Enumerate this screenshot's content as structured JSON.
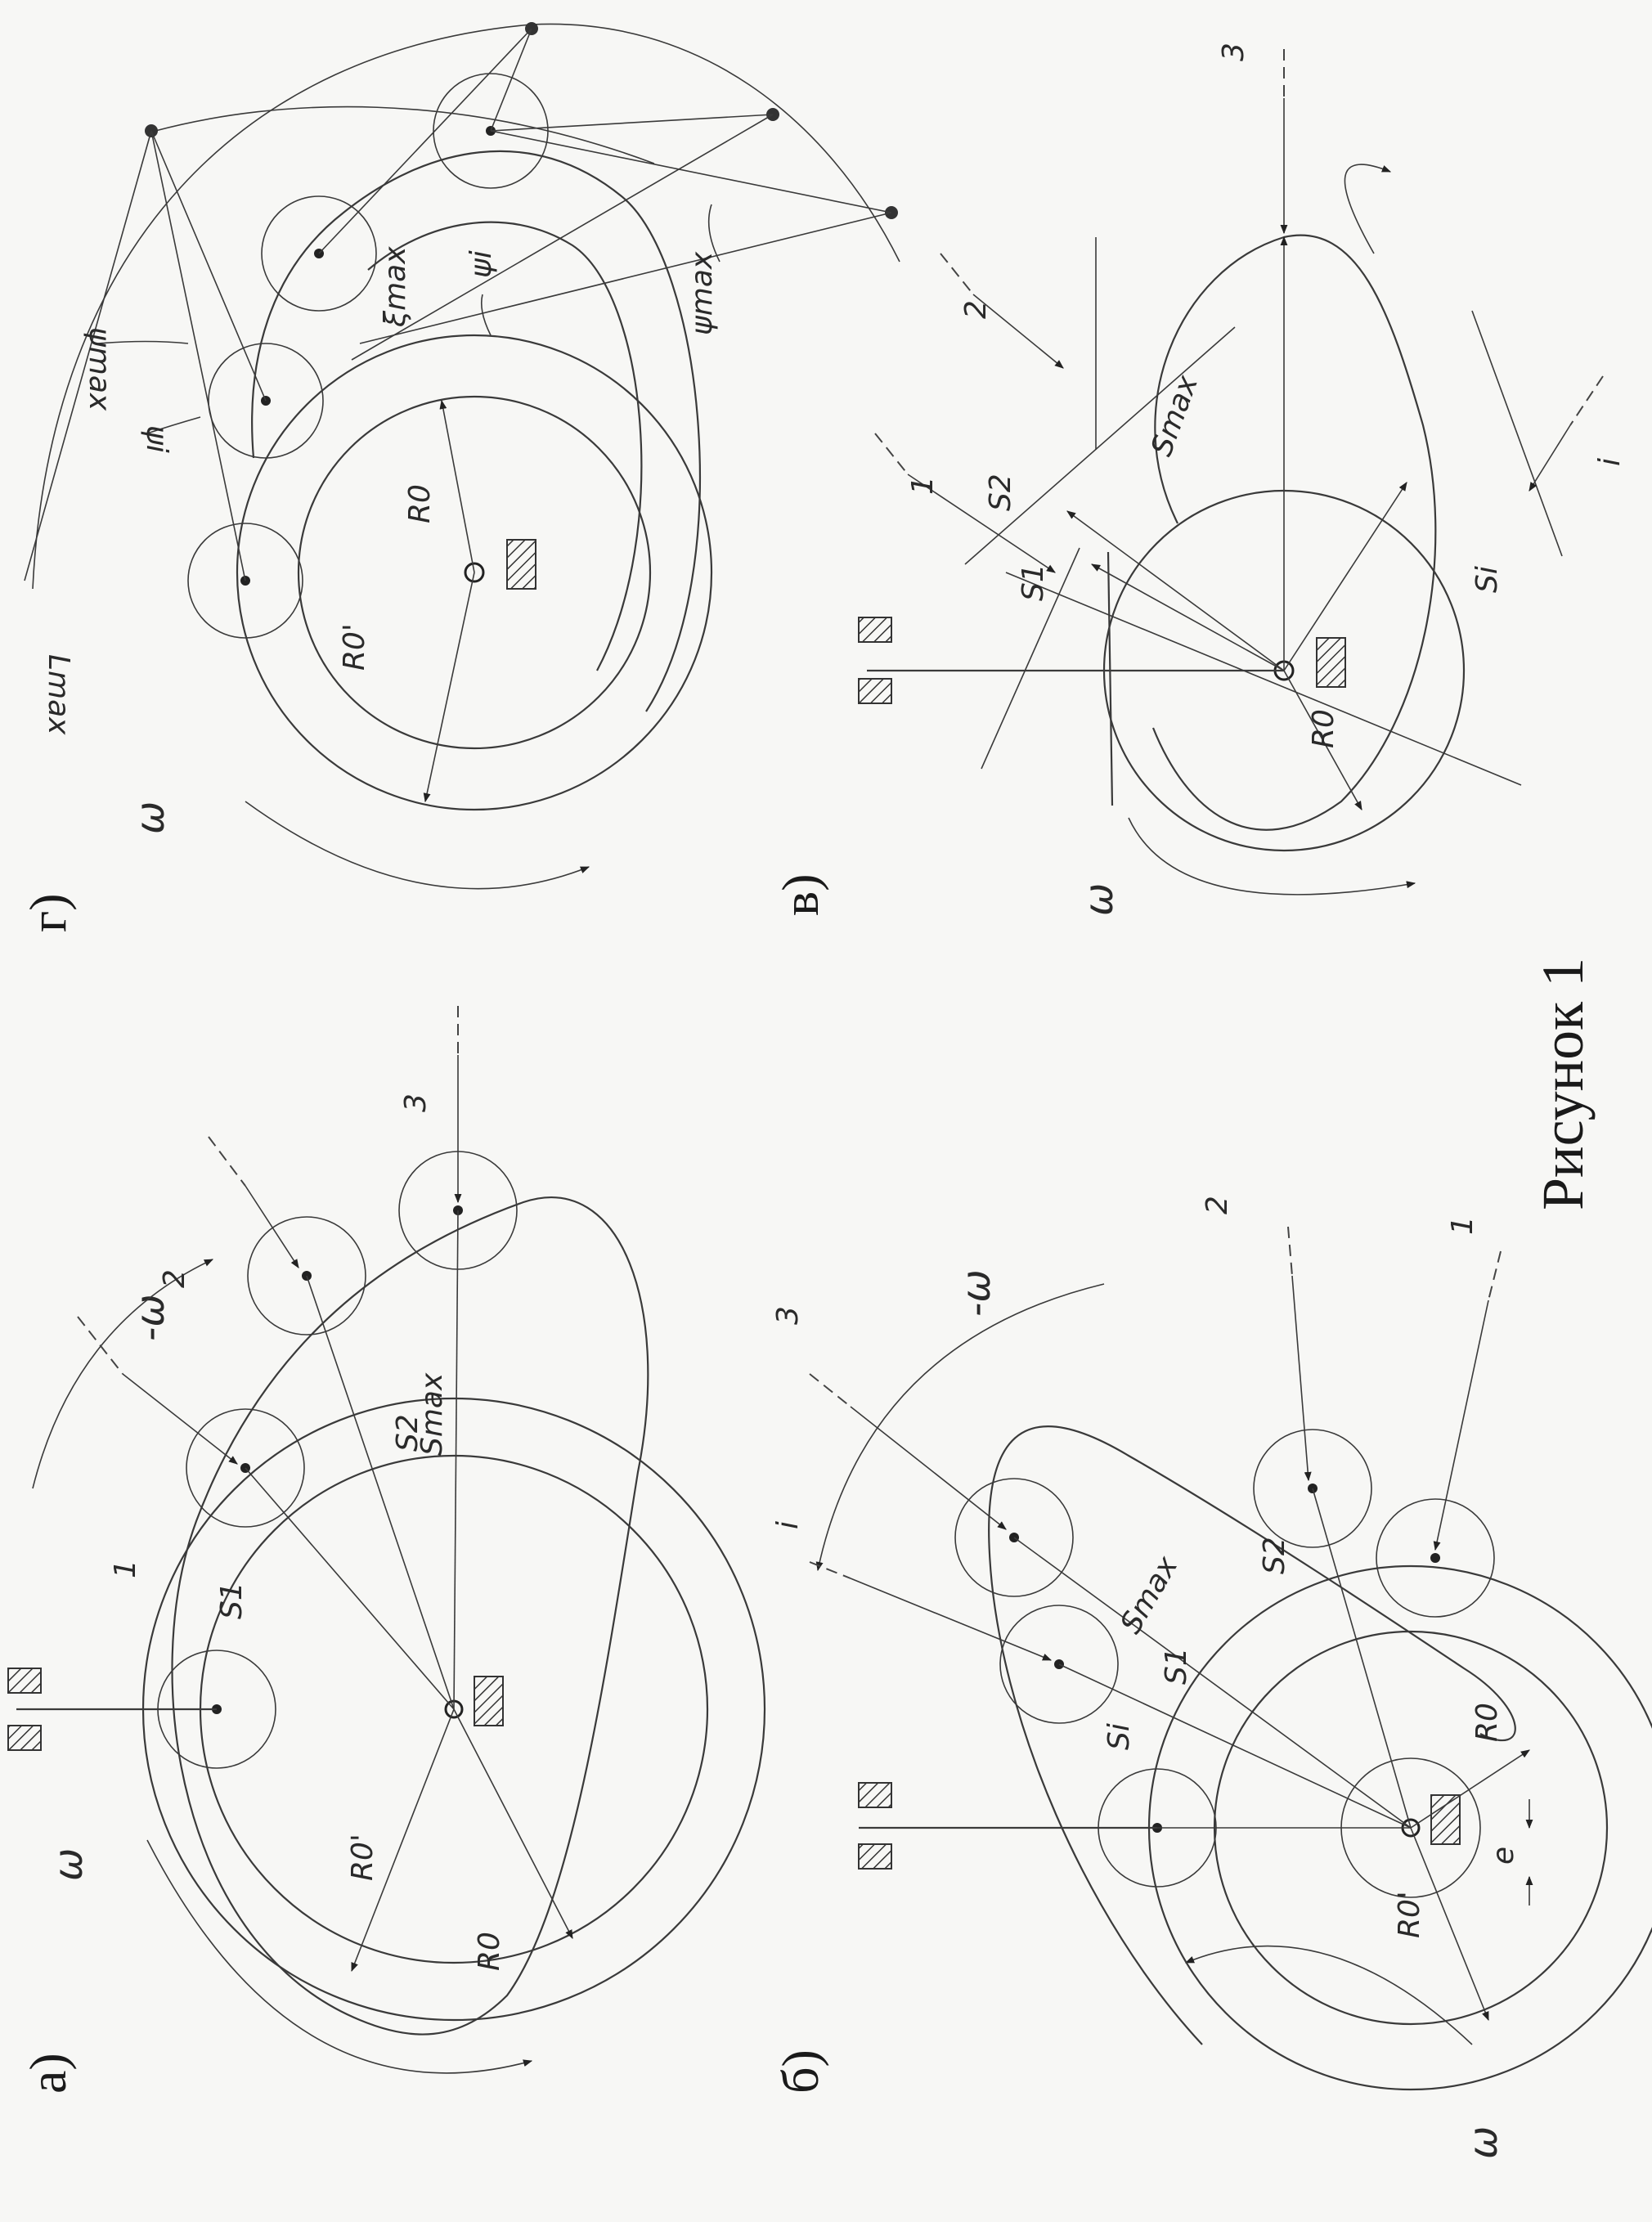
{
  "caption": "Рисунок 1",
  "panels": {
    "a": {
      "label": "а)",
      "omega": "ω",
      "minus_omega": "-ω",
      "R0": "R0",
      "R0_prime": "R0'",
      "S1": "S1",
      "S2": "S2",
      "Smax": "Smax",
      "dir1": "1",
      "dir2": "2",
      "dir3": "3"
    },
    "b": {
      "label": "б)",
      "omega": "ω",
      "minus_omega": "-ω",
      "R0": "R0",
      "R0_prime": "R0'",
      "e": "e",
      "Si": "Si",
      "S1": "S1",
      "S2": "S2",
      "Smax": "Smax",
      "dir_i": "i",
      "dir1": "1",
      "dir2": "2",
      "dir3": "3"
    },
    "c": {
      "label": "в)",
      "omega": "ω",
      "R0": "R0",
      "Si": "Si",
      "S1": "S1",
      "S2": "S2",
      "Smax": "Smax",
      "dir1": "1",
      "dir2": "2",
      "dir3": "3",
      "dir_i": "i"
    },
    "d": {
      "label": "г)",
      "omega": "ω",
      "R0": "R0",
      "R0_prime": "R0'",
      "Lmax": "Lmax",
      "psi_i": "ψi",
      "psi_max": "ψmax",
      "xi_max": "ξmax"
    }
  }
}
